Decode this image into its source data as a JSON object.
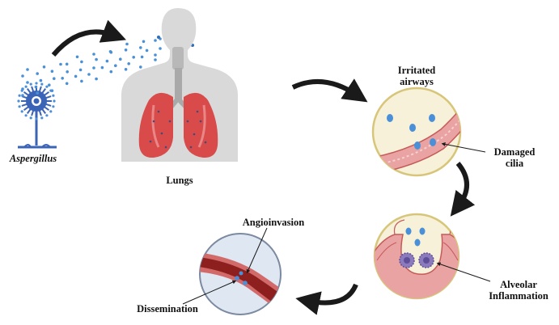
{
  "labels": {
    "organism": "Aspergillus",
    "lungs": "Lungs",
    "airways_line1": "Irritated",
    "airways_line2": "airways",
    "cilia_line1": "Damaged",
    "cilia_line2": "cilia",
    "alveolar_line1": "Alveolar",
    "alveolar_line2": "Inflammation",
    "angioinvasion": "Angioinvasion",
    "dissemination": "Dissemination"
  },
  "colors": {
    "spore": "#4a90d9",
    "spore_dark": "#2f6fb5",
    "fungus": "#3b64b7",
    "body": "#d9d9d9",
    "airway": "#a9a9a9",
    "lung": "#d94a4a",
    "lung_light": "#f0a0a0",
    "circle_fill": "#f6f1d8",
    "circle_edge": "#d7c67a",
    "tissue": "#e9a3a3",
    "tissue_edge": "#c65a5a",
    "vessel": "#8e1f1f",
    "vessel_edge": "#d36a6a",
    "vessel_bg": "#dfe7f2",
    "macrophage": "#8b7bbd",
    "arrow": "#1a1a1a"
  }
}
